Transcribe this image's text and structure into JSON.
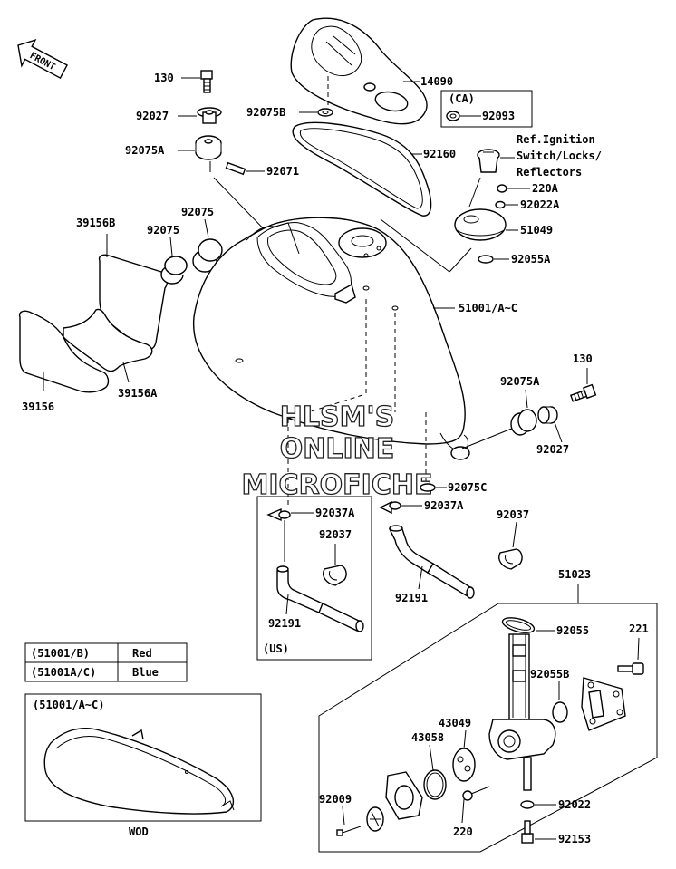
{
  "watermark": [
    "HLSM'S",
    "ONLINE",
    "MICROFICHE"
  ],
  "front_label": "FRONT",
  "labels": {
    "p130_top": "130",
    "p14090": "14090",
    "p92027_top": "92027",
    "p92075B": "92075B",
    "ca_label": "(CA)",
    "p92093": "92093",
    "p92075A_top": "92075A",
    "p92160": "92160",
    "ref_line1": "Ref.Ignition",
    "ref_line2": "Switch/Locks/",
    "ref_line3": "Reflectors",
    "p92071": "92071",
    "p220A": "220A",
    "p92022A": "92022A",
    "p39156B": "39156B",
    "p92075_a": "92075",
    "p92075_b": "92075",
    "p51049": "51049",
    "p92055A": "92055A",
    "p51001": "51001/A~C",
    "p39156": "39156",
    "p39156A": "39156A",
    "p130_right": "130",
    "p92075A_right": "92075A",
    "p92027_right": "92027",
    "p92075C": "92075C",
    "p92037A_left": "92037A",
    "p92037A_right": "92037A",
    "p92037_left": "92037",
    "p92037_right": "92037",
    "p92191_left": "92191",
    "p92191_right": "92191",
    "us_label": "(US)",
    "p51023": "51023",
    "p92055": "92055",
    "p221": "221",
    "p92055B": "92055B",
    "p43049": "43049",
    "p43058": "43058",
    "p92009": "92009",
    "p92022": "92022",
    "p220": "220",
    "p92153": "92153"
  },
  "color_table": [
    {
      "code": "(51001/B)",
      "color": "Red"
    },
    {
      "code": "(51001A/C)",
      "color": "Blue"
    }
  ],
  "inset_label": "(51001/A~C)",
  "inset_caption": "WOD"
}
